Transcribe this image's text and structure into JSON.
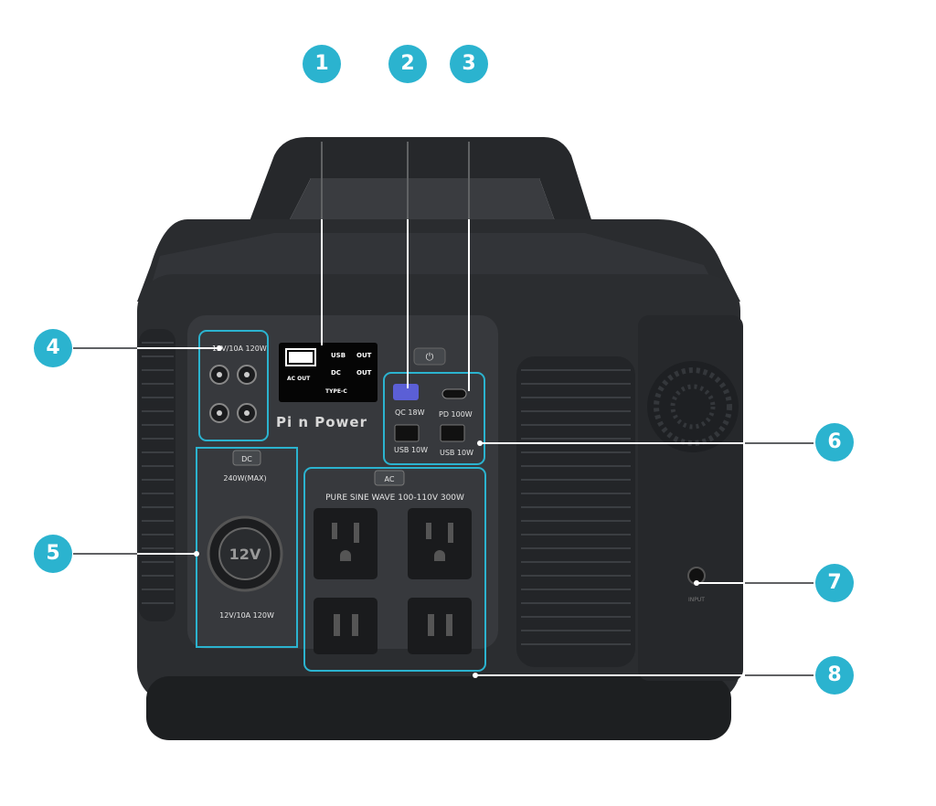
{
  "callouts": [
    {
      "num": "1"
    },
    {
      "num": "2"
    },
    {
      "num": "3"
    },
    {
      "num": "4"
    },
    {
      "num": "5"
    },
    {
      "num": "6"
    },
    {
      "num": "7"
    },
    {
      "num": "8"
    }
  ],
  "device": {
    "brand": "Pi  n Power",
    "dc_top_label": "12V/10A 120W",
    "display": {
      "usb": "USB",
      "out1": "OUT",
      "dc": "DC",
      "out2": "OUT",
      "ac_out": "AC OUT",
      "typec": "TYPE-C"
    },
    "usb_ports": {
      "qc": "QC 18W",
      "pd": "PD 100W",
      "usb1": "USB 10W",
      "usb2": "USB 10W"
    },
    "dc_badge": "DC",
    "dc_max": "240W(MAX)",
    "car_socket_label": "12V",
    "car_socket_rating": "12V/10A 120W",
    "ac_badge": "AC",
    "ac_label": "PURE SINE WAVE 100-110V 300W",
    "input_label": "INPUT"
  },
  "colors": {
    "accent": "#2bb3cf",
    "body": "#2b2d30",
    "panel": "#37393d"
  }
}
